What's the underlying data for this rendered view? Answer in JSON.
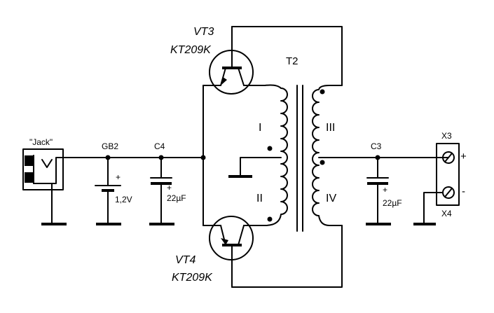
{
  "labels": {
    "jack": "\"Jack\"",
    "gb2": "GB2",
    "gb2_value": "1,2V",
    "c4": "C4",
    "c4_value": "22µF",
    "c3": "C3",
    "c3_value": "22µF",
    "vt3_ref": "VT3",
    "vt3_type": "KT209K",
    "vt4_ref": "VT4",
    "vt4_type": "KT209K",
    "t2": "T2",
    "winding_1": "I",
    "winding_2": "II",
    "winding_3": "III",
    "winding_4": "IV",
    "x3": "X3",
    "x4": "X4",
    "plus": "+",
    "minus": "-",
    "cap_plus": "+"
  }
}
